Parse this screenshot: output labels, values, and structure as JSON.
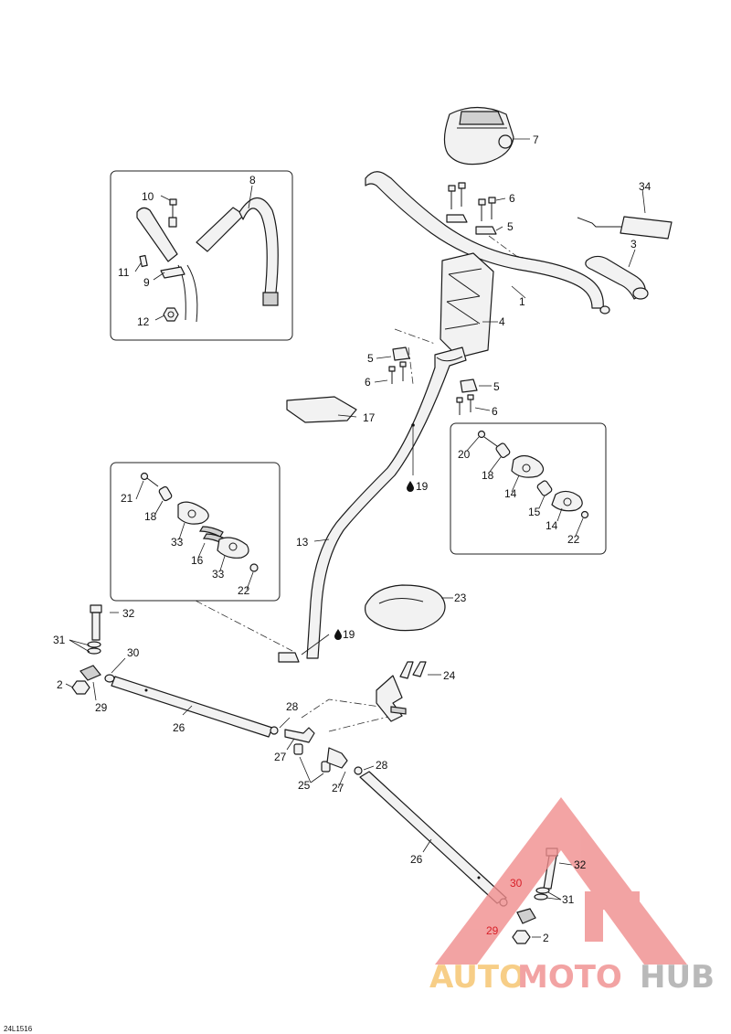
{
  "reference_code": "24L1516",
  "callouts": [
    {
      "id": "c1",
      "label": "1"
    },
    {
      "id": "c2a",
      "label": "2"
    },
    {
      "id": "c2b",
      "label": "2"
    },
    {
      "id": "c3",
      "label": "3"
    },
    {
      "id": "c4",
      "label": "4"
    },
    {
      "id": "c5a",
      "label": "5"
    },
    {
      "id": "c5b",
      "label": "5"
    },
    {
      "id": "c5c",
      "label": "5"
    },
    {
      "id": "c6a",
      "label": "6"
    },
    {
      "id": "c6b",
      "label": "6"
    },
    {
      "id": "c6c",
      "label": "6"
    },
    {
      "id": "c7",
      "label": "7"
    },
    {
      "id": "c8",
      "label": "8"
    },
    {
      "id": "c9",
      "label": "9"
    },
    {
      "id": "c10",
      "label": "10"
    },
    {
      "id": "c11",
      "label": "11"
    },
    {
      "id": "c12",
      "label": "12"
    },
    {
      "id": "c13",
      "label": "13"
    },
    {
      "id": "c14a",
      "label": "14"
    },
    {
      "id": "c14b",
      "label": "14"
    },
    {
      "id": "c15",
      "label": "15"
    },
    {
      "id": "c16",
      "label": "16"
    },
    {
      "id": "c17",
      "label": "17"
    },
    {
      "id": "c18a",
      "label": "18"
    },
    {
      "id": "c18b",
      "label": "18"
    },
    {
      "id": "c19a",
      "label": "19"
    },
    {
      "id": "c19b",
      "label": "19"
    },
    {
      "id": "c20",
      "label": "20"
    },
    {
      "id": "c21",
      "label": "21"
    },
    {
      "id": "c22a",
      "label": "22"
    },
    {
      "id": "c22b",
      "label": "22"
    },
    {
      "id": "c23",
      "label": "23"
    },
    {
      "id": "c24",
      "label": "24"
    },
    {
      "id": "c25",
      "label": "25"
    },
    {
      "id": "c26a",
      "label": "26"
    },
    {
      "id": "c26b",
      "label": "26"
    },
    {
      "id": "c27a",
      "label": "27"
    },
    {
      "id": "c27b",
      "label": "27"
    },
    {
      "id": "c28a",
      "label": "28"
    },
    {
      "id": "c28b",
      "label": "28"
    },
    {
      "id": "c29a",
      "label": "29"
    },
    {
      "id": "c29b",
      "label": "29"
    },
    {
      "id": "c30a",
      "label": "30"
    },
    {
      "id": "c30b",
      "label": "30"
    },
    {
      "id": "c31a",
      "label": "31"
    },
    {
      "id": "c31b",
      "label": "31"
    },
    {
      "id": "c32a",
      "label": "32"
    },
    {
      "id": "c32b",
      "label": "32"
    },
    {
      "id": "c33a",
      "label": "33"
    },
    {
      "id": "c33b",
      "label": "33"
    },
    {
      "id": "c34",
      "label": "34"
    }
  ],
  "watermark": {
    "part1": "AUTO",
    "part2": "MOTO",
    "part3": "HUB",
    "color_auto": "#f6c36a",
    "color_moto": "#f08d8d",
    "color_hub": "#a8a8a8",
    "color_triangle": "#f08d8d"
  }
}
